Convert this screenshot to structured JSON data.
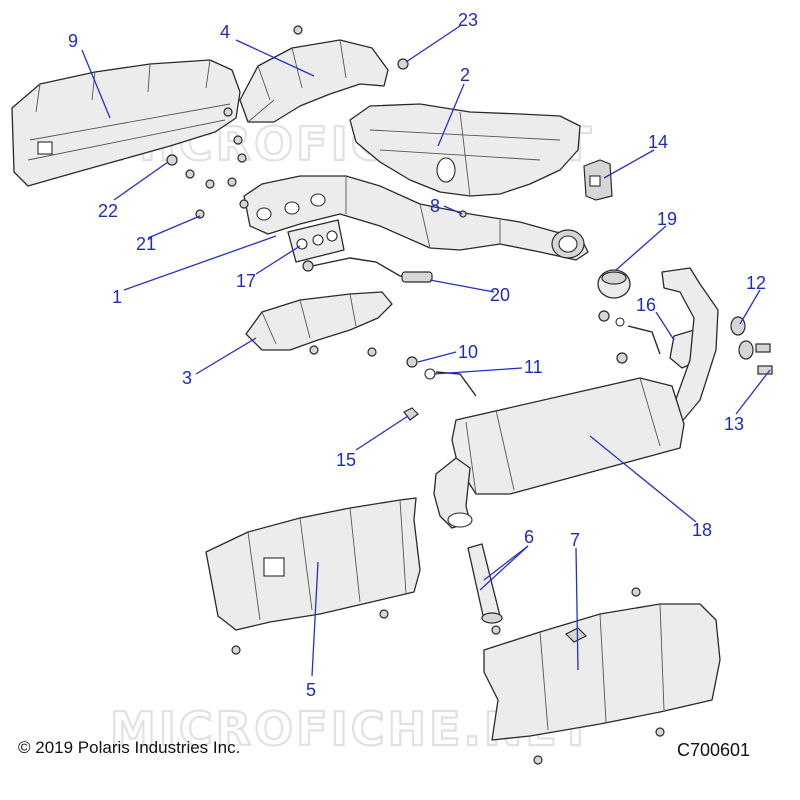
{
  "diagram": {
    "watermark": "MICROFICHE.NET",
    "copyright": "© 2019 Polaris Industries Inc.",
    "diagram_id": "C700601",
    "callouts": {
      "c1": "1",
      "c2": "2",
      "c3": "3",
      "c4": "4",
      "c5": "5",
      "c6": "6",
      "c7": "7",
      "c8": "8",
      "c9": "9",
      "c10": "10",
      "c11": "11",
      "c12": "12",
      "c13": "13",
      "c14": "14",
      "c15": "15",
      "c16": "16",
      "c17": "17",
      "c18": "18",
      "c19": "19",
      "c20": "20",
      "c21": "21",
      "c22": "22",
      "c23": "23"
    },
    "colors": {
      "callout": "#1f2bbd",
      "leader": "#2530c8",
      "part_fill": "#ececec",
      "outline": "#2a2a2a"
    }
  }
}
